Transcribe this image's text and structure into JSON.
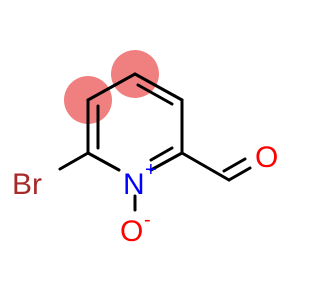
{
  "molecule": {
    "atoms": {
      "bromine": "Br",
      "nitrogen": "N",
      "nitrogen_charge": "+",
      "oxide_oxygen": "O",
      "oxide_charge": "-",
      "carbonyl_oxygen": "O"
    },
    "colors": {
      "bond": "#000000",
      "bromine": "#a52a2a",
      "nitrogen": "#0000ff",
      "oxygen": "#ff0000",
      "highlight": "#f08080"
    }
  }
}
